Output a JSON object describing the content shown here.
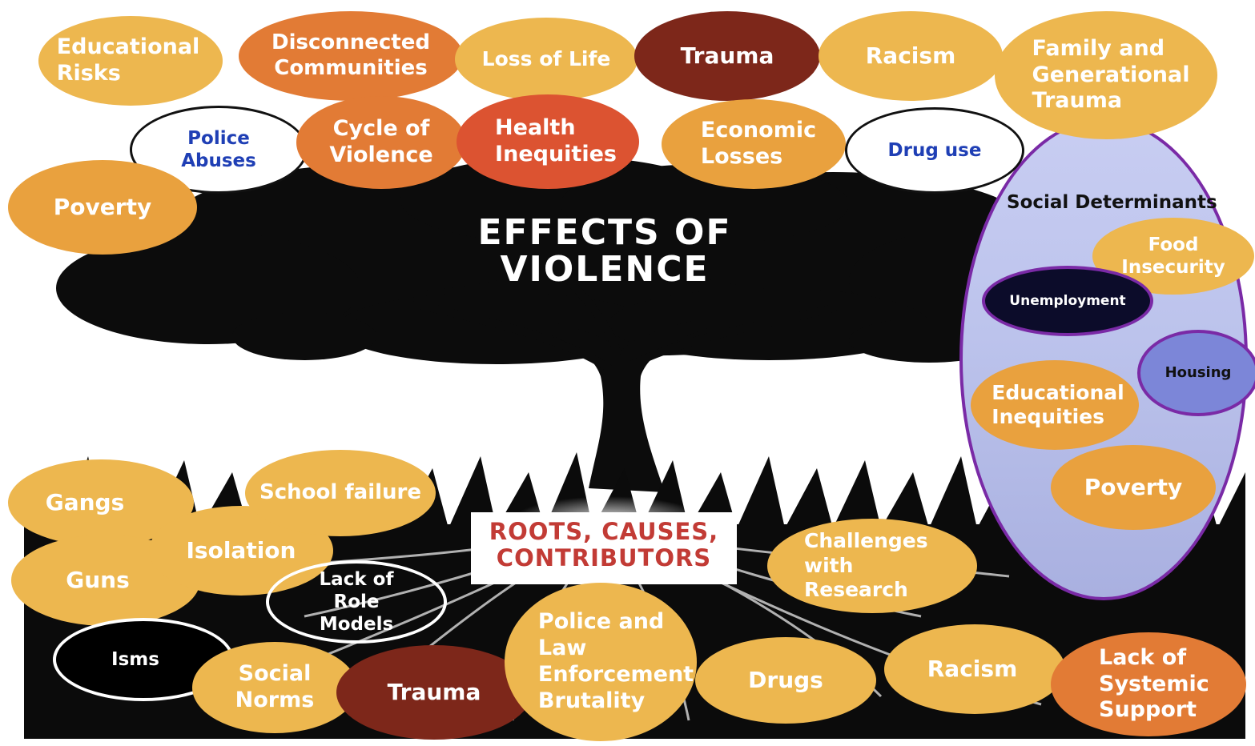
{
  "title": "EFFECTS OF VIOLENCE",
  "roots_label": "ROOTS, CAUSES, CONTRIBUTORS",
  "social_determinants": {
    "label": "Social Determinants",
    "items": {
      "food_insecurity": "Food Insecurity",
      "unemployment": "Unemployment",
      "housing": "Housing",
      "educational_inequities": "Educational Inequities",
      "poverty": "Poverty"
    }
  },
  "effects": {
    "educational_risks": "Educational Risks",
    "disconnected_communities": "Disconnected Communities",
    "loss_of_life": "Loss of Life",
    "trauma": "Trauma",
    "racism": "Racism",
    "family_trauma": "Family and Generational Trauma",
    "police_abuses": "Police Abuses",
    "cycle_of_violence": "Cycle of Violence",
    "health_inequities": "Health Inequities",
    "economic_losses": "Economic Losses",
    "drug_use": "Drug use",
    "poverty": "Poverty"
  },
  "causes": {
    "gangs": "Gangs",
    "school_failure": "School failure",
    "isolation": "Isolation",
    "guns": "Guns",
    "lack_of_role_models": "Lack of Role Models",
    "isms": "Isms",
    "social_norms": "Social Norms",
    "trauma": "Trauma",
    "police_brutality": "Police and Law Enforcement Brutality",
    "drugs": "Drugs",
    "challenges_research": "Challenges with Research",
    "racism": "Racism",
    "lack_systemic_support": "Lack of Systemic Support"
  },
  "colors": {
    "light_orange": "#edb74f",
    "mid_orange": "#e9a13e",
    "orange": "#e27b35",
    "red_orange": "#dc5331",
    "dark_red": "#7d271a",
    "blue_text": "#1f3fb5",
    "purple_outline": "#7a2aa6",
    "roots_red": "#c23b35"
  }
}
